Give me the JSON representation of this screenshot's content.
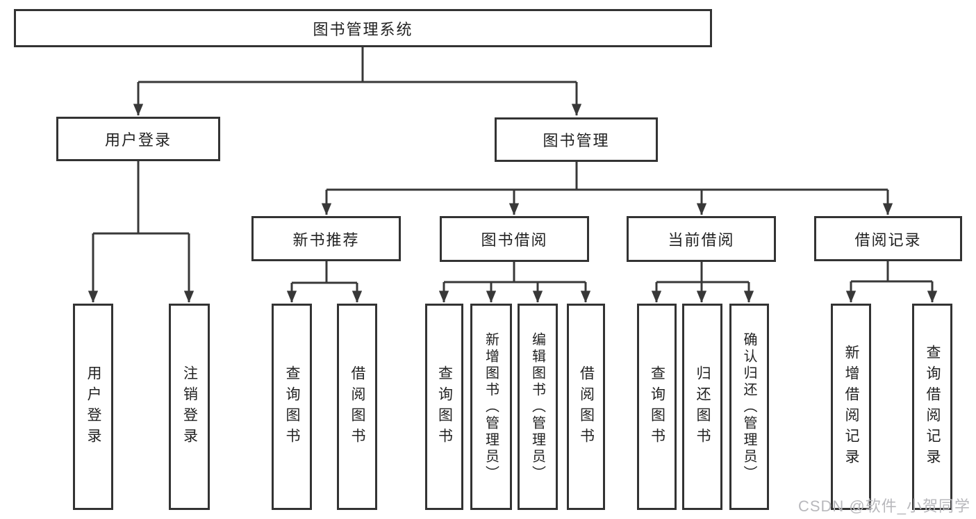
{
  "diagram": {
    "title": "图书管理系统",
    "branches": [
      {
        "label": "用户登录",
        "children": [
          {
            "label": "用户登录"
          },
          {
            "label": "注销登录"
          }
        ]
      },
      {
        "label": "图书管理",
        "children": [
          {
            "label": "新书推荐",
            "children": [
              {
                "label": "查询图书"
              },
              {
                "label": "借阅图书"
              }
            ]
          },
          {
            "label": "图书借阅",
            "children": [
              {
                "label": "查询图书"
              },
              {
                "label": "新增图书（管理员）"
              },
              {
                "label": "编辑图书（管理员）"
              },
              {
                "label": "借阅图书"
              }
            ]
          },
          {
            "label": "当前借阅",
            "children": [
              {
                "label": "查询图书"
              },
              {
                "label": "归还图书"
              },
              {
                "label": "确认归还（管理员）"
              }
            ]
          },
          {
            "label": "借阅记录",
            "children": [
              {
                "label": "新增借阅记录"
              },
              {
                "label": "查询借阅记录"
              }
            ]
          }
        ]
      }
    ]
  },
  "watermark": {
    "text": "CSDN @软件_小贺同学"
  },
  "colors": {
    "line": "#383838",
    "box_border": "#333333",
    "box_background": "#ffffff",
    "text": "#222222",
    "watermark": "#b8b8bc"
  }
}
